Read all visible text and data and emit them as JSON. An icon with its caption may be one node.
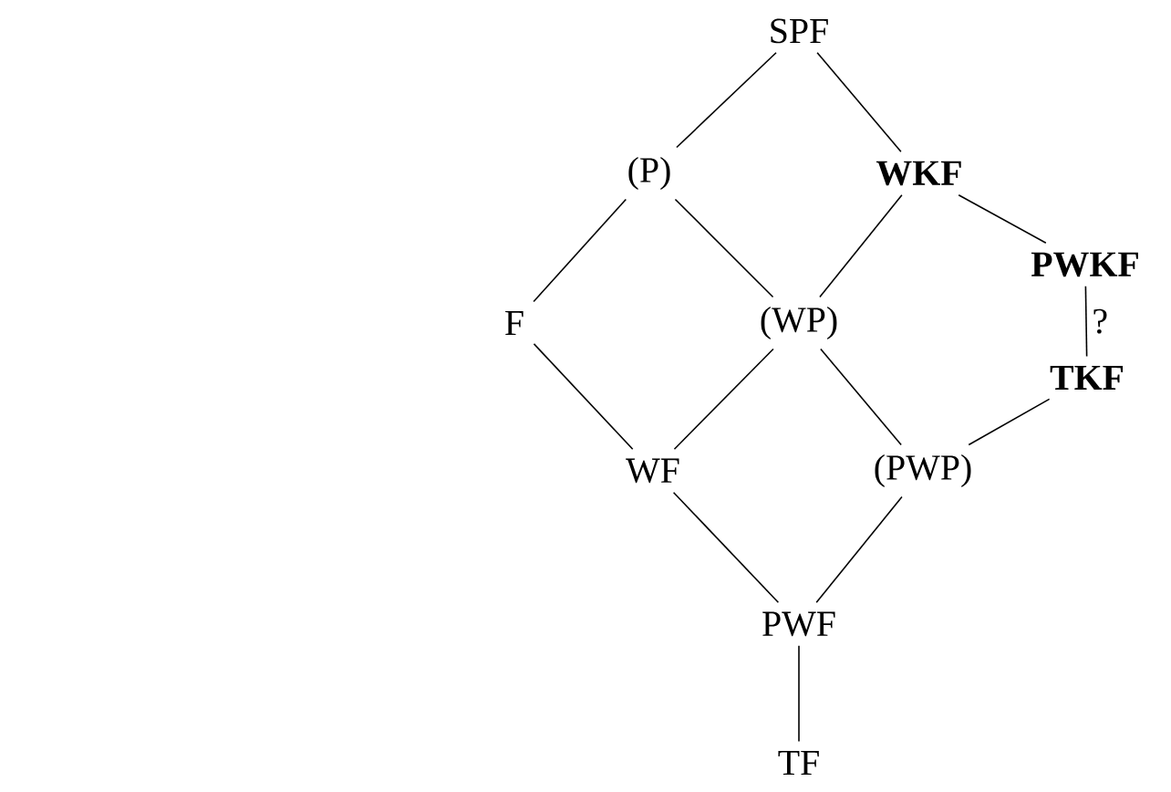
{
  "diagram": {
    "nodes": [
      {
        "text": [
          "SPF"
        ]
      },
      {
        "text": [
          "(P)"
        ]
      },
      {
        "text": [
          "WKF"
        ]
      },
      {
        "text": [
          "PWKF"
        ]
      },
      {
        "text": [
          "F"
        ]
      },
      {
        "text": [
          "(WP)"
        ]
      },
      {
        "text": [
          "TKF"
        ]
      },
      {
        "text": [
          "WF"
        ]
      },
      {
        "text": [
          "(PWP)"
        ]
      },
      {
        "text": [
          "PWF"
        ]
      },
      {
        "text": [
          "TF"
        ]
      }
    ],
    "edges": [
      {
        "from": 0,
        "to": 1,
        "arrow": "none"
      },
      {
        "from": 0,
        "to": 2,
        "arrow": "none"
      },
      {
        "from": 1,
        "to": 4,
        "arrow": "none"
      },
      {
        "from": 1,
        "to": 5,
        "arrow": "none"
      },
      {
        "from": 2,
        "to": 5,
        "arrow": "none"
      },
      {
        "from": 2,
        "to": 3,
        "arrow": "none"
      },
      {
        "from": 3,
        "to": 6,
        "arrow": "none",
        "label": "?"
      },
      {
        "from": 4,
        "to": 7,
        "arrow": "none"
      },
      {
        "from": 5,
        "to": 7,
        "arrow": "none"
      },
      {
        "from": 5,
        "to": 8,
        "arrow": "none"
      },
      {
        "from": 6,
        "to": 8,
        "arrow": "none"
      },
      {
        "from": 7,
        "to": 9,
        "arrow": "none"
      },
      {
        "from": 8,
        "to": 9,
        "arrow": "none"
      },
      {
        "from": 9,
        "to": 10,
        "arrow": "none"
      }
    ]
  }
}
